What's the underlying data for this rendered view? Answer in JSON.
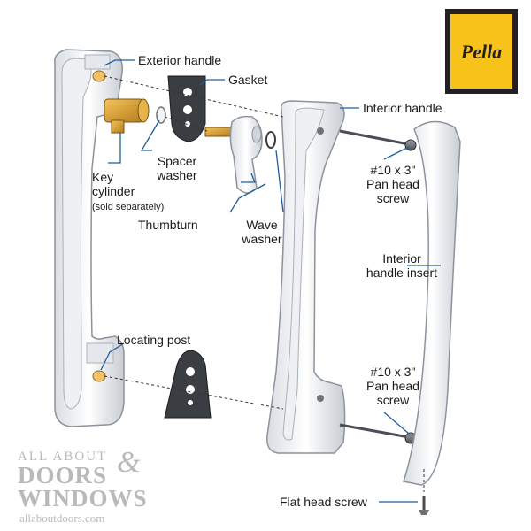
{
  "brand": {
    "logo_text": "Pella",
    "colors": {
      "yellow": "#f7c21a",
      "black": "#231f20"
    }
  },
  "labels": {
    "exterior_handle": "Exterior handle",
    "gasket": "Gasket",
    "interior_handle": "Interior handle",
    "spacer_washer_1": "Spacer",
    "spacer_washer_2": "washer",
    "key_cylinder_1": "Key",
    "key_cylinder_2": "cylinder",
    "key_cylinder_note": "(sold separately)",
    "screw_top_1": "#10 x 3\"",
    "screw_top_2": "Pan head",
    "screw_top_3": "screw",
    "thumbturn": "Thumbturn",
    "wave_washer_1": "Wave",
    "wave_washer_2": "washer",
    "insert_1": "Interior",
    "insert_2": "handle insert",
    "locating_post": "Locating post",
    "screw_bot_1": "#10 x 3\"",
    "screw_bot_2": "Pan head",
    "screw_bot_3": "screw",
    "flat_head_screw": "Flat head screw"
  },
  "watermark": {
    "line1": "ALL ABOUT",
    "line2": "DOORS",
    "amp": "&",
    "line3": "WINDOWS",
    "url": "allaboutdoors.com"
  }
}
